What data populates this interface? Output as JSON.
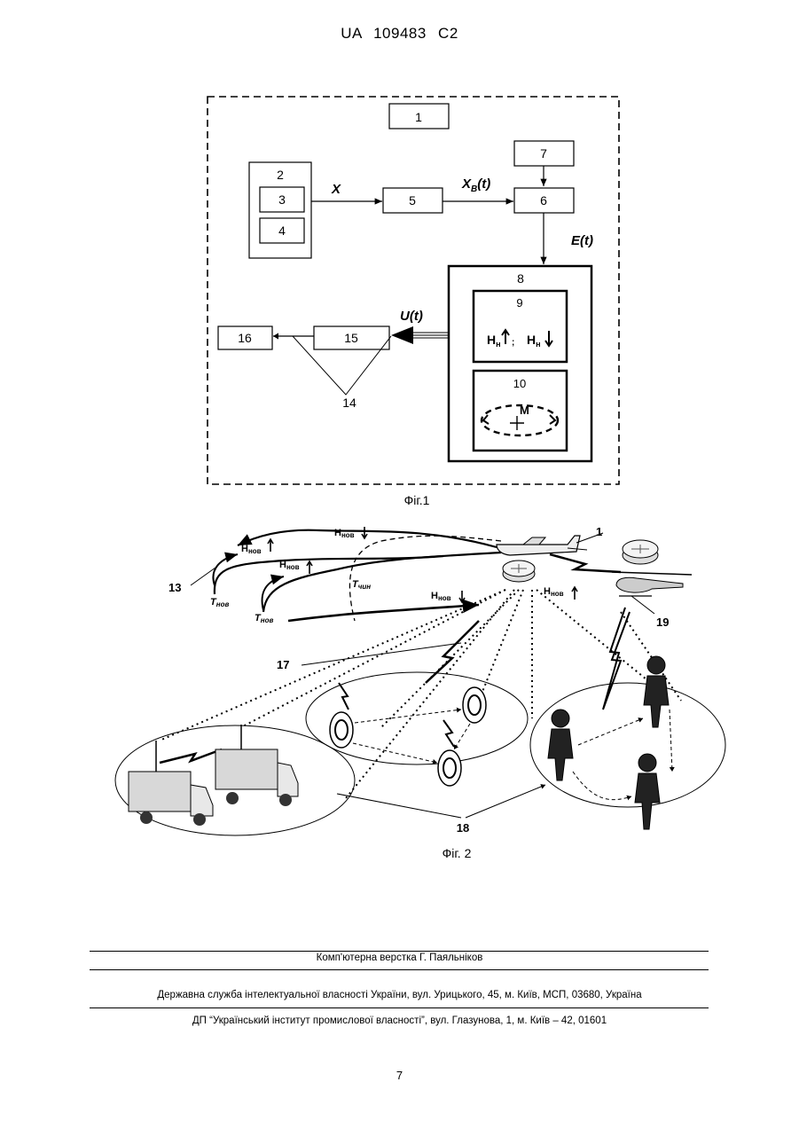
{
  "header": {
    "patent_id": "UA   109483   C2"
  },
  "fig1": {
    "caption": "Фіг.1",
    "blocks": {
      "b1": "1",
      "b2": "2",
      "b3": "3",
      "b4": "4",
      "b5": "5",
      "b6": "6",
      "b7": "7",
      "b8": "8",
      "b9": "9",
      "b10": "10",
      "b14": "14",
      "b15": "15",
      "b16": "16"
    },
    "signals": {
      "x": "X",
      "xb": "X",
      "xb_sub": "B",
      "xb_arg": "(t)",
      "e": "E(t)",
      "u": "U(t)"
    },
    "block9_text": {
      "h1": "H",
      "h1_sub": "н",
      "h2": "H",
      "h2_sub": "н"
    },
    "block10_text": {
      "m": "M"
    }
  },
  "fig2": {
    "caption": "Фіг. 2",
    "labels": {
      "l1": "1",
      "l13": "13",
      "l17": "17",
      "l18": "18",
      "l19": "19"
    },
    "h_nov": "H",
    "h_nov_sub": "нов",
    "t_nov": "T",
    "t_nov_sub": "нов",
    "t_chyn": "T",
    "t_chyn_sub": "чин"
  },
  "footer": {
    "layout_credit": "Комп'ютерна верстка Г. Паяльніков",
    "agency": "Державна служба інтелектуальної власності України, вул. Урицького, 45, м. Київ, МСП, 03680, Україна",
    "institute": "ДП “Український інститут промислової власності”, вул. Глазунова, 1, м. Київ – 42, 01601"
  },
  "page_number": "7"
}
